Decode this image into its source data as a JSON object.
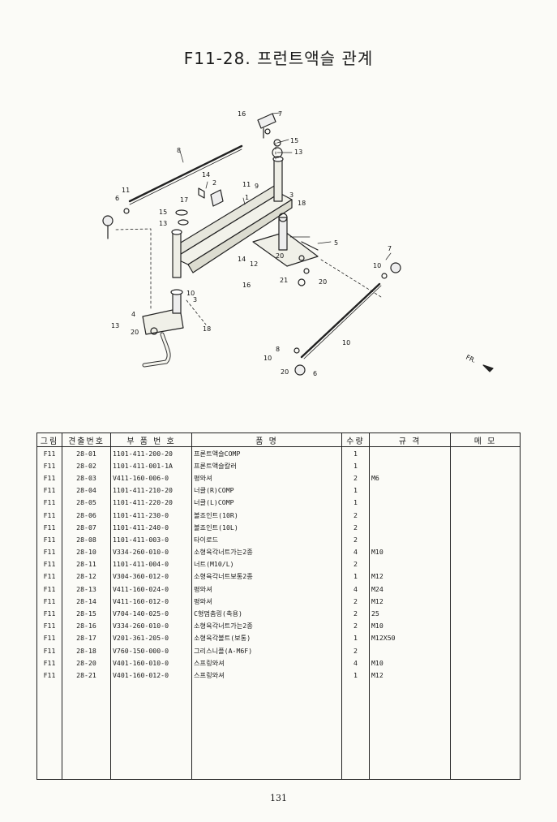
{
  "title": "F11-28. 프런트액슬 관계",
  "diagram": {
    "callouts": [
      "16",
      "7",
      "15",
      "13",
      "8",
      "14",
      "2",
      "1",
      "11",
      "6",
      "17",
      "3",
      "18",
      "15",
      "13",
      "5",
      "7",
      "14",
      "12",
      "20",
      "10",
      "16",
      "21",
      "20",
      "10",
      "3",
      "18",
      "4",
      "13",
      "20",
      "10",
      "8",
      "10",
      "20",
      "6",
      "11",
      "9"
    ],
    "direction_label": "FR."
  },
  "table": {
    "headers": [
      "그림",
      "견출번호",
      "부 품 번 호",
      "품                명",
      "수량",
      "규    격",
      "메    모"
    ],
    "rows": [
      [
        "F11",
        "28-01",
        "1101-411-200-20",
        "프론트액슬COMP",
        "1",
        "",
        ""
      ],
      [
        "F11",
        "28-02",
        "1101-411-001-1A",
        "프론트액슬칼러",
        "1",
        "",
        ""
      ],
      [
        "F11",
        "28-03",
        "V411-160-006-0",
        "평와셔",
        "2",
        "M6",
        ""
      ],
      [
        "F11",
        "28-04",
        "1101-411-210-20",
        "너클(R)COMP",
        "1",
        "",
        ""
      ],
      [
        "F11",
        "28-05",
        "1101-411-220-20",
        "너클(L)COMP",
        "1",
        "",
        ""
      ],
      [
        "F11",
        "28-06",
        "1101-411-230-0",
        "볼죠인트(10R)",
        "2",
        "",
        ""
      ],
      [
        "F11",
        "28-07",
        "1101-411-240-0",
        "볼죠인트(10L)",
        "2",
        "",
        ""
      ],
      [
        "F11",
        "28-08",
        "1101-411-003-0",
        "타이로드",
        "2",
        "",
        ""
      ],
      [
        "F11",
        "28-10",
        "V334-260-010-0",
        "소형육각너트가는2종",
        "4",
        "M10",
        ""
      ],
      [
        "F11",
        "28-11",
        "1101-411-004-0",
        "너트(M10/L)",
        "2",
        "",
        ""
      ],
      [
        "F11",
        "28-12",
        "V304-360-012-0",
        "소형육각너트보통2종",
        "1",
        "M12",
        ""
      ],
      [
        "F11",
        "28-13",
        "V411-160-024-0",
        "평와셔",
        "4",
        "M24",
        ""
      ],
      [
        "F11",
        "28-14",
        "V411-160-012-0",
        "평와셔",
        "2",
        "M12",
        ""
      ],
      [
        "F11",
        "28-15",
        "V704-140-025-0",
        "C형멈춤링(축용)",
        "2",
        "25",
        ""
      ],
      [
        "F11",
        "28-16",
        "V334-260-010-0",
        "소형육각너트가는2종",
        "2",
        "M10",
        ""
      ],
      [
        "F11",
        "28-17",
        "V201-361-205-0",
        "소형육각볼트(보통)",
        "1",
        "M12X50",
        ""
      ],
      [
        "F11",
        "28-18",
        "V760-150-000-0",
        "그리스니플(A-M6F)",
        "2",
        "",
        ""
      ],
      [
        "F11",
        "28-20",
        "V401-160-010-0",
        "스프링와셔",
        "4",
        "M10",
        ""
      ],
      [
        "F11",
        "28-21",
        "V401-160-012-0",
        "스프링와셔",
        "1",
        "M12",
        ""
      ]
    ]
  },
  "page_number": "131"
}
